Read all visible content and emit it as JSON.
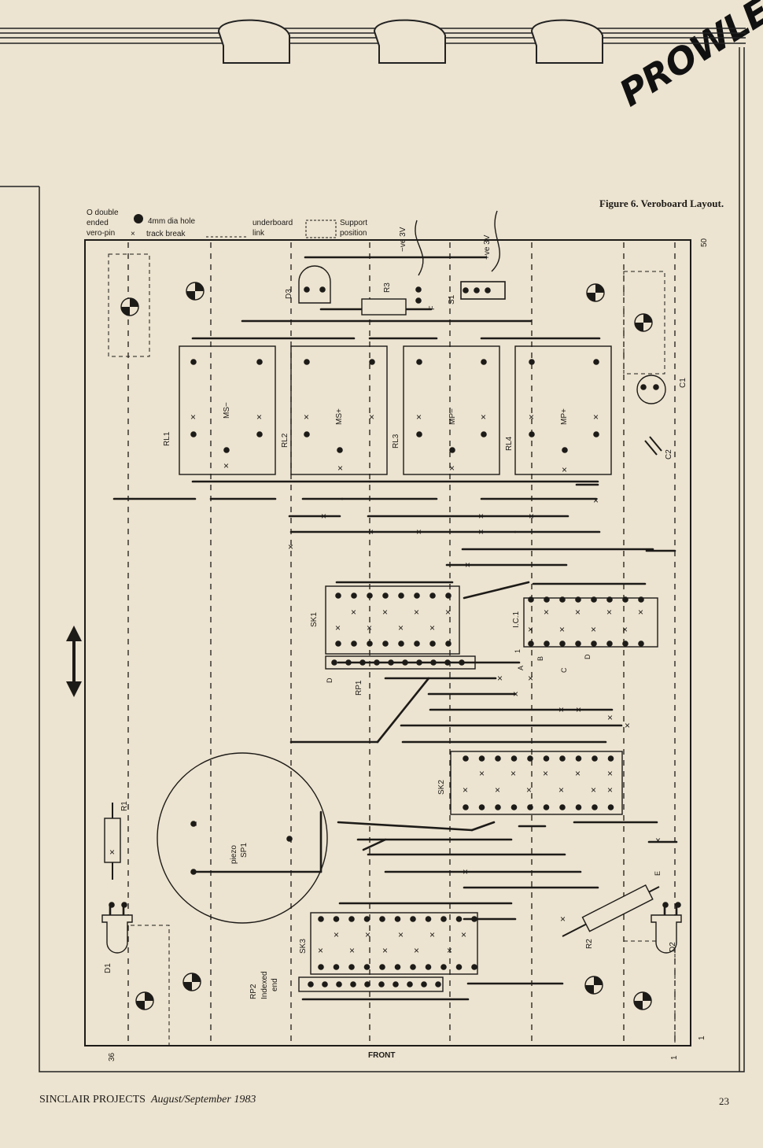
{
  "header": {
    "title": "PROWLER",
    "figure_title": "Figure 6. Veroboard Layout."
  },
  "legend": {
    "pin": [
      "O double",
      "ended",
      "vero-pin"
    ],
    "hole": "4mm dia hole",
    "track_break": "track break",
    "link": [
      "underboard",
      "link"
    ],
    "support": [
      "Support",
      "position"
    ]
  },
  "components": {
    "relays": [
      "RL1",
      "RL2",
      "RL3",
      "RL4"
    ],
    "relay_labels": [
      "MS−",
      "MS+",
      "MP−",
      "MP+"
    ],
    "d3": "D3",
    "r3": "R3",
    "s1": "S1",
    "c1": "C1",
    "c2": "C2",
    "sk1": "SK1",
    "sk2": "SK2",
    "sk3": "SK3",
    "ic1": "I.C.1",
    "rp1": "RP1",
    "rp2": [
      "RP2",
      "Indexed",
      "end"
    ],
    "r1": "R1",
    "r2": "R2",
    "d1": "D1",
    "d2": "D2",
    "sp1": [
      "piezo",
      "SP1"
    ],
    "neg_supply": "−ve 3V",
    "pos_supply": "+ve 3V"
  },
  "pin_letters": [
    "A",
    "B",
    "C",
    "D",
    "E",
    "F",
    "D",
    "1"
  ],
  "edge_labels": {
    "col_50": "50",
    "col_36": "36",
    "row_1_right": "1",
    "row_1_bottom": "1",
    "front": "FRONT"
  },
  "footer": {
    "publication": "SINCLAIR PROJECTS",
    "issue": "August/September 1983",
    "page_number": "23"
  }
}
